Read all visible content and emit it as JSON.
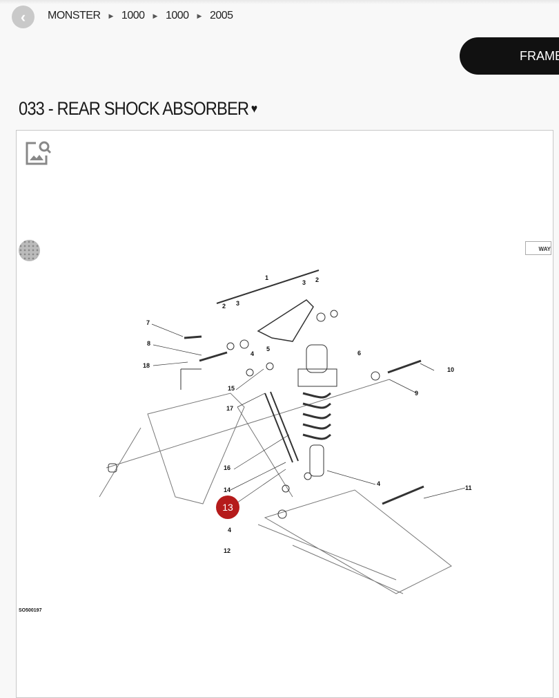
{
  "breadcrumb": [
    "MONSTER",
    "1000",
    "1000",
    "2005"
  ],
  "frame_button": "FRAME",
  "page_title": "033 - REAR SHOCK ABSORBER",
  "diagram": {
    "callouts": [
      "1",
      "2",
      "3",
      "3",
      "2",
      "7",
      "8",
      "18",
      "4",
      "5",
      "6",
      "10",
      "9",
      "15",
      "17",
      "16",
      "14",
      "4",
      "12",
      "4",
      "11"
    ],
    "highlighted": "13",
    "code": "SO500197",
    "logo_right": "WAY"
  },
  "colors": {
    "highlight": "#b51b1b",
    "button": "#111111"
  }
}
